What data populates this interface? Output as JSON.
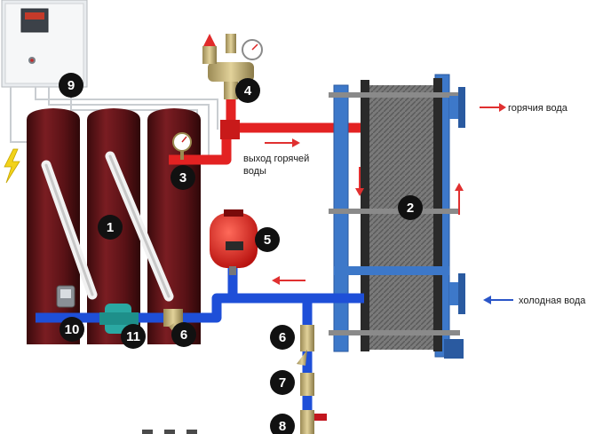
{
  "labels": {
    "hot_water_out": "горячия вода",
    "cold_water_in": "холодная вода",
    "hot_outlet_line1": "выход горячей",
    "hot_outlet_line2": "воды"
  },
  "markers": [
    "1",
    "2",
    "3",
    "4",
    "5",
    "6",
    "6",
    "7",
    "8",
    "9",
    "10",
    "11"
  ],
  "colors": {
    "hot_pipe": "#e32222",
    "cold_pipe": "#1e4fd8",
    "tank": "#5e1216",
    "frame": "#3d78c9",
    "expansion_tank": "#e01f1f",
    "hot_arrow": "#e03030",
    "cold_arrow": "#2a55c8",
    "marker": "#111111"
  }
}
